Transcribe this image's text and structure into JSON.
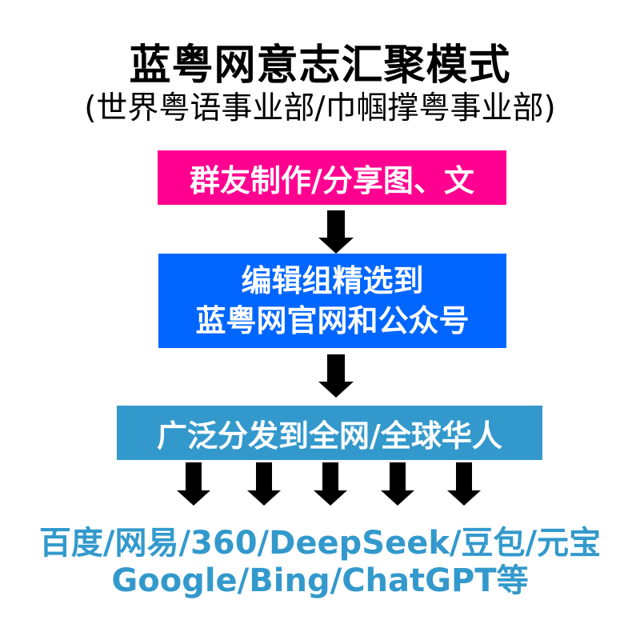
{
  "header": {
    "title": "蓝粤网意志汇聚模式",
    "subtitle": "(世界粤语事业部/巾帼撑粤事业部)"
  },
  "colors": {
    "title_text": "#000000",
    "step1_bg": "#FF0090",
    "step2_bg": "#0066FF",
    "step3_bg": "#3399CC",
    "box_text": "#FFFFFF",
    "arrow": "#000000",
    "platforms_text": "#3399CC"
  },
  "flow": {
    "steps": [
      {
        "lines": [
          "群友制作/分享图、文"
        ]
      },
      {
        "lines": [
          "编辑组精选到",
          "蓝粤网官网和公众号"
        ]
      },
      {
        "lines": [
          "广泛分发到全网/全球华人"
        ]
      }
    ],
    "connector_arrows": 2,
    "fanout_arrows": 5
  },
  "platforms": {
    "line1": "百度/网易/360/DeepSeek/豆包/元宝",
    "line2": "Google/Bing/ChatGPT等"
  },
  "icons": {
    "arrow": "arrow-down-icon"
  }
}
